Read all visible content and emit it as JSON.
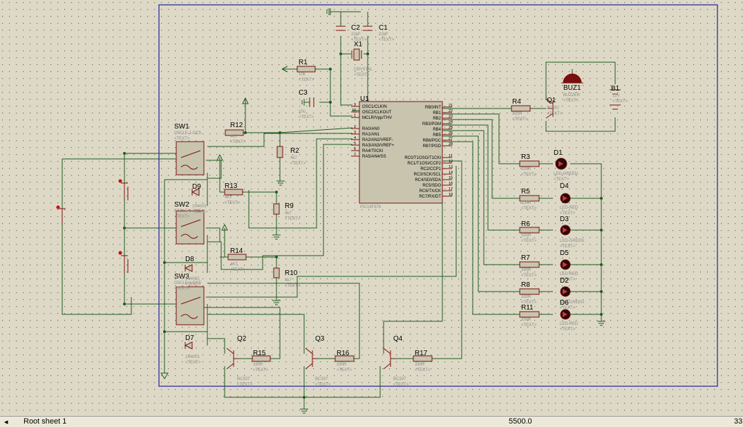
{
  "statusbar": {
    "sheet": "Root sheet 1",
    "coord": "5500.0",
    "corner": "33"
  },
  "placeholder": "<TEXT>",
  "mcu": {
    "ref": "U1",
    "part": "PIC16F876",
    "left_pins": [
      {
        "num": "9",
        "name": "OSC1/CLKIN"
      },
      {
        "num": "10",
        "name": "OSC2/CLKOUT"
      },
      {
        "num": "1",
        "name": "MCLR/Vpp/THV"
      },
      {
        "num": "2",
        "name": "RA0/AN0"
      },
      {
        "num": "3",
        "name": "RA1/AN1"
      },
      {
        "num": "4",
        "name": "RA2/AN2/VREF-"
      },
      {
        "num": "5",
        "name": "RA3/AN3/VREF+"
      },
      {
        "num": "6",
        "name": "RA4/T0CKI"
      },
      {
        "num": "7",
        "name": "RA5/AN4/SS"
      }
    ],
    "right_pins": [
      {
        "num": "21",
        "name": "RB0/INT"
      },
      {
        "num": "22",
        "name": "RB1"
      },
      {
        "num": "23",
        "name": "RB2"
      },
      {
        "num": "24",
        "name": "RB3/PGM"
      },
      {
        "num": "25",
        "name": "RB4"
      },
      {
        "num": "26",
        "name": "RB5"
      },
      {
        "num": "27",
        "name": "RB6/PGC"
      },
      {
        "num": "28",
        "name": "RB7/PGD"
      },
      {
        "num": "11",
        "name": "RC0/T1OSO/T1CKI"
      },
      {
        "num": "12",
        "name": "RC1/T1OSI/CCP2"
      },
      {
        "num": "13",
        "name": "RC2/CCP1"
      },
      {
        "num": "14",
        "name": "RC3/SCK/SCL"
      },
      {
        "num": "15",
        "name": "RC4/SDI/SDA"
      },
      {
        "num": "16",
        "name": "RC5/SDO"
      },
      {
        "num": "17",
        "name": "RC6/TX/CK"
      },
      {
        "num": "18",
        "name": "RC7/RX/DT"
      }
    ]
  },
  "caps": [
    {
      "ref": "C2",
      "value": "22pF"
    },
    {
      "ref": "C1",
      "value": "22pF"
    },
    {
      "ref": "C3",
      "value": "10u"
    }
  ],
  "crystal": {
    "ref": "X1",
    "value": "CRYSTAL"
  },
  "resistors": [
    {
      "ref": "R1",
      "value": "10k"
    },
    {
      "ref": "R12",
      "value": "4K7"
    },
    {
      "ref": "R2",
      "value": "4k7"
    },
    {
      "ref": "R13",
      "value": "4K7"
    },
    {
      "ref": "R9",
      "value": "4k7"
    },
    {
      "ref": "R14",
      "value": "4K7"
    },
    {
      "ref": "R10",
      "value": "4k7"
    },
    {
      "ref": "R15",
      "value": "330R"
    },
    {
      "ref": "R16",
      "value": "330R"
    },
    {
      "ref": "R17",
      "value": "330R"
    },
    {
      "ref": "R4",
      "value": "330R"
    },
    {
      "ref": "R3",
      "value": "330R"
    },
    {
      "ref": "R5",
      "value": "330R"
    },
    {
      "ref": "R6",
      "value": "330R"
    },
    {
      "ref": "R7",
      "value": "330R"
    },
    {
      "ref": "R8",
      "value": "330R"
    },
    {
      "ref": "R11",
      "value": "330R"
    }
  ],
  "transistors": [
    {
      "ref": "Q1",
      "value": "BC337"
    },
    {
      "ref": "Q2",
      "value": "BC337"
    },
    {
      "ref": "Q3",
      "value": "BC337"
    },
    {
      "ref": "Q4",
      "value": "BC337"
    }
  ],
  "leds": [
    {
      "ref": "D1",
      "value": "LED-GREEN"
    },
    {
      "ref": "D4",
      "value": "LED-RED"
    },
    {
      "ref": "D3",
      "value": "LED-GREEN"
    },
    {
      "ref": "D5",
      "value": "LED-RED"
    },
    {
      "ref": "D2",
      "value": "LED-GREEN"
    },
    {
      "ref": "D6",
      "value": "LED-RED"
    }
  ],
  "relays": [
    {
      "ref": "SW1",
      "value": "G5CLE-1-DC5"
    },
    {
      "ref": "SW2",
      "value": "G5CLE-1-DC5"
    },
    {
      "ref": "SW3",
      "value": "G5CLE-1-DC5"
    }
  ],
  "diodes": [
    {
      "ref": "D9",
      "value": "1N4001"
    },
    {
      "ref": "D8",
      "value": "1N4001"
    },
    {
      "ref": "D7",
      "value": "1N4001"
    }
  ],
  "buzzer": {
    "ref": "BUZ1",
    "value": "BUZZER"
  },
  "battery": {
    "ref": "B1",
    "value": "12V"
  }
}
